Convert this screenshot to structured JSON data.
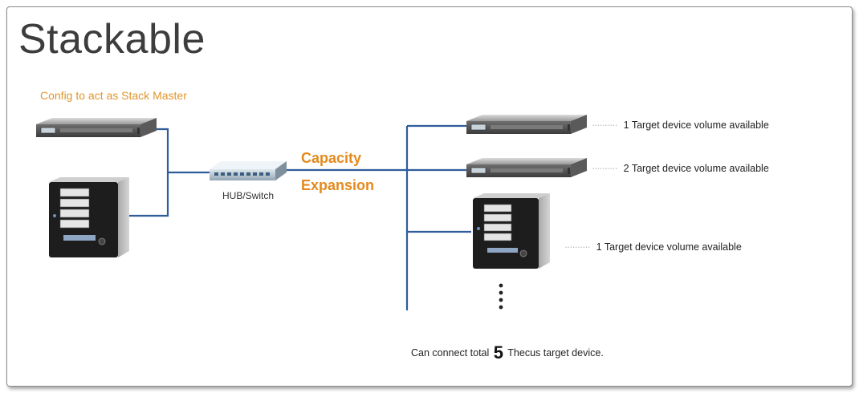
{
  "title": "Stackable",
  "master_label": "Config to act as Stack Master",
  "hub_label": "HUB/Switch",
  "capacity_label": {
    "line1": "Capacity",
    "line2": "Expansion"
  },
  "targets": [
    {
      "label": "1 Target device volume available"
    },
    {
      "label": "2 Target device volume available"
    },
    {
      "label": "1 Target device volume available"
    }
  ],
  "footer": {
    "prefix": "Can connect total",
    "count": "5",
    "suffix": "Thecus target device."
  },
  "colors": {
    "line": "#2f5d9a",
    "accent": "#e48a1c",
    "master_label": "#e0962e",
    "title": "#3d3d3d"
  },
  "icons": [
    "rack-server-icon",
    "tower-nas-icon",
    "network-switch-icon",
    "vertical-ellipsis-icon"
  ]
}
